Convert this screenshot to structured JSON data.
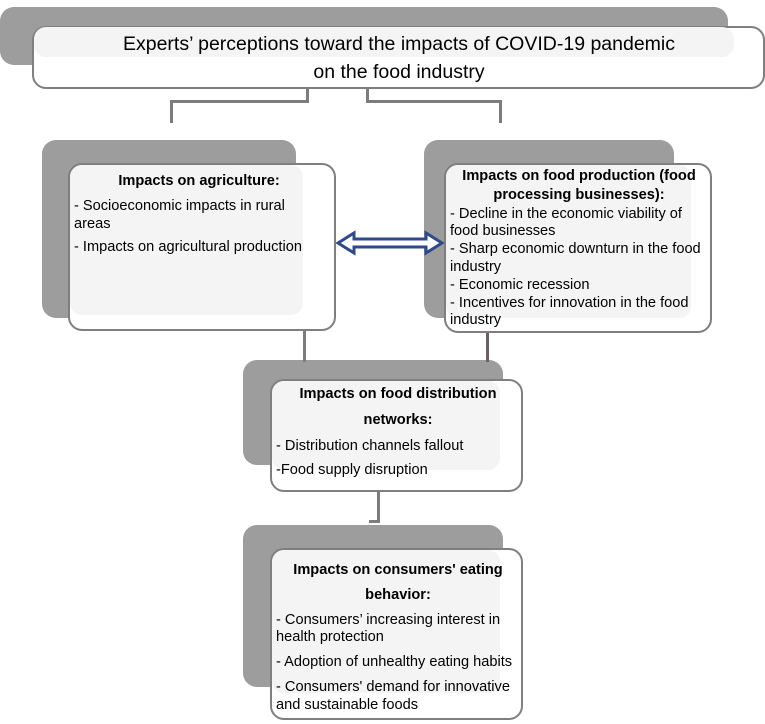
{
  "diagram": {
    "title_box": {
      "line1": "Experts’ perceptions toward the impacts of COVID-19 pandemic",
      "line2": "on the food industry"
    },
    "nodes": {
      "agriculture": {
        "header": "Impacts on agriculture:",
        "items": [
          "- Socioeconomic impacts in rural areas",
          "- Impacts on agricultural production"
        ]
      },
      "food_production": {
        "header_line1": "Impacts on food production (food",
        "header_line2": "processing businesses):",
        "items": [
          "- Decline in the economic viability of food businesses",
          "- Sharp economic downturn in the food industry",
          "- Economic recession",
          "- Incentives for innovation in the food industry"
        ]
      },
      "distribution": {
        "header_line1": "Impacts on food distribution",
        "header_line2": "networks:",
        "items": [
          "- Distribution channels fallout",
          "-Food supply disruption"
        ]
      },
      "consumers": {
        "header_line1": "Impacts on consumers' eating",
        "header_line2": "behavior:",
        "items": [
          "- Consumers’ increasing interest in health protection",
          "- Adoption of unhealthy eating habits",
          "- Consumers' demand for innovative and sustainable foods"
        ]
      }
    },
    "connectors": {
      "bidirectional_arrow_name": "double-headed-arrow-icon"
    },
    "colors": {
      "shadow_gray": "#9d9d9d",
      "box_border": "#7f7f7f",
      "box_fill": "#ffffff",
      "plate_fill": "#f4f4f4",
      "connector_gray": "#7c7c7c",
      "arrow_navy": "#2e4a8b",
      "text_black": "#000000"
    }
  }
}
